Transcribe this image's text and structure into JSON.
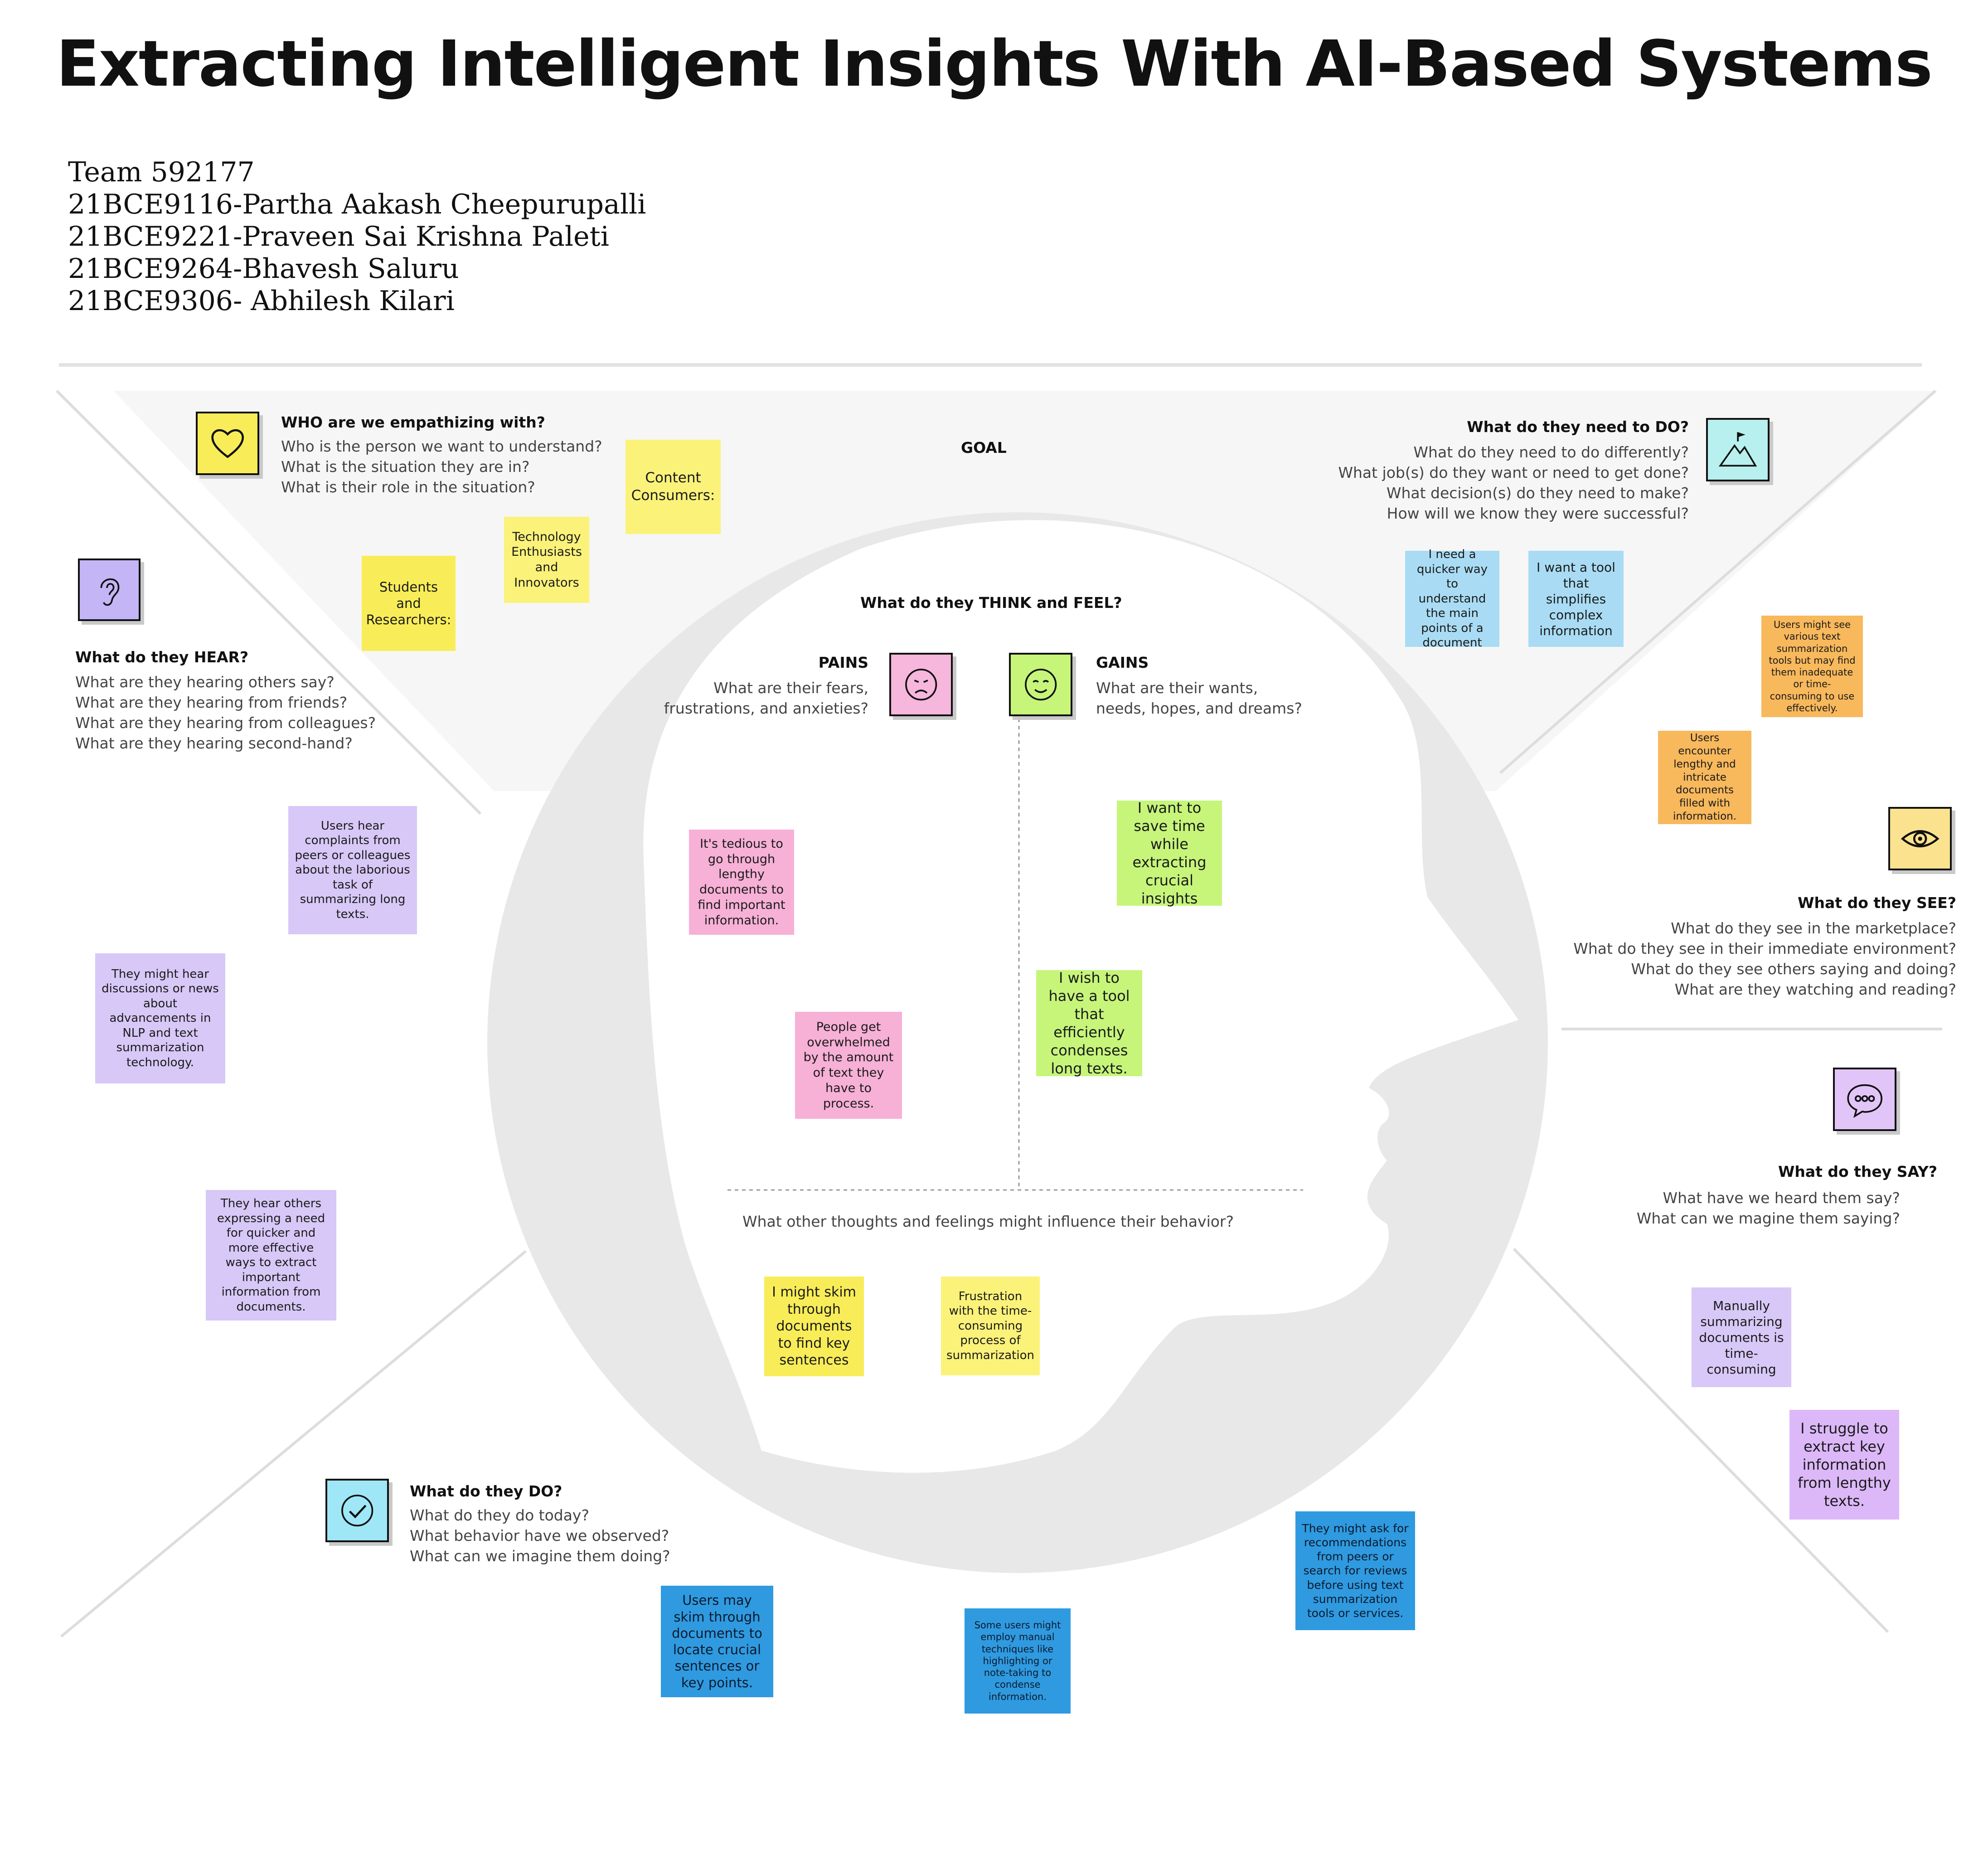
{
  "title": "Extracting Intelligent Insights With AI-Based Systems",
  "team": [
    "Team 592177",
    "21BCE9116-Partha Aakash Cheepurupalli",
    "21BCE9221-Praveen Sai Krishna Paleti",
    "21BCE9264-Bhavesh Saluru",
    "21BCE9306- Abhilesh Kilari"
  ],
  "goal_label": "GOAL",
  "who": {
    "heading": "WHO are we empathizing with?",
    "questions": [
      "Who is the person we want to understand?",
      "What is the situation they are in?",
      "What is their role in the situation?"
    ],
    "notes": [
      "Content Consumers:",
      "Technology Enthusiasts and Innovators",
      "Students and Researchers:"
    ]
  },
  "do_need": {
    "heading": "What do they need to DO?",
    "questions": [
      "What do they need to do differently?",
      "What job(s) do they want or need to get done?",
      "What decision(s) do they need to make?",
      "How will we know they were successful?"
    ],
    "notes": [
      "I need a quicker way to understand the main points of a document",
      "I want a tool that simplifies complex information"
    ]
  },
  "hear": {
    "heading": "What do they HEAR?",
    "questions": [
      "What are they hearing others say?",
      "What are they hearing from friends?",
      "What are they hearing from colleagues?",
      "What are they hearing second-hand?"
    ],
    "notes": [
      "Users hear complaints from peers or colleagues about the laborious task of summarizing long texts.",
      "They might hear discussions or news about advancements in NLP and text summarization technology.",
      "They hear others expressing a need for quicker and more effective ways to extract important information from documents."
    ]
  },
  "think_feel": {
    "heading": "What do they THINK and FEEL?",
    "pains_heading": "PAINS",
    "pains_questions": [
      "What are their fears,",
      "frustrations, and anxieties?"
    ],
    "gains_heading": "GAINS",
    "gains_questions": [
      "What are their wants,",
      "needs, hopes, and dreams?"
    ],
    "pains_notes": [
      "It's tedious to go through lengthy documents to find important information.",
      "People get overwhelmed by the amount of text they have to process."
    ],
    "gains_notes": [
      "I want to save time while extracting crucial insights",
      "I wish to have a tool that efficiently condenses long texts."
    ],
    "other_question": "What other thoughts and feelings might influence their behavior?",
    "other_notes": [
      "I might skim through documents to find key sentences",
      "Frustration with the time-consuming process of summarization"
    ]
  },
  "see": {
    "heading": "What do they SEE?",
    "questions": [
      "What do they see in the marketplace?",
      "What do they see in their immediate environment?",
      "What do they see others saying and doing?",
      "What are they watching and reading?"
    ],
    "notes": [
      "Users might see various text summarization tools but may find them inadequate or time-consuming to use effectively.",
      "Users encounter lengthy and intricate documents filled with information."
    ]
  },
  "say": {
    "heading": "What do they SAY?",
    "questions": [
      "What have we heard them say?",
      "What can we magine them saying?"
    ],
    "notes": [
      "Manually summarizing documents is time-consuming",
      "I struggle to extract key information from lengthy texts."
    ]
  },
  "do": {
    "heading": "What do they DO?",
    "questions": [
      "What do they do today?",
      "What behavior have we observed?",
      "What can we imagine them doing?"
    ],
    "notes": [
      "Users may skim through documents to locate crucial sentences or key points.",
      "Some users might employ manual techniques like highlighting or note-taking to condense information.",
      "They might ask for recommendations from peers or search for reviews before using text summarization tools or services."
    ]
  },
  "colors": {
    "heart_icon_bg": "#f8ed58",
    "ear_icon_bg": "#c4b5f6",
    "mountain_icon_bg": "#b7f0ee",
    "eye_icon_bg": "#fbe28e",
    "pains_icon_bg": "#f7b6dc",
    "gains_icon_bg": "#c6f57a",
    "say_icon_bg": "#e2c5f8",
    "do_icon_bg": "#9fe7f6"
  },
  "icons": [
    "heart-icon",
    "ear-icon",
    "mountain-flag-icon",
    "eye-icon",
    "sad-face-icon",
    "happy-face-icon",
    "speech-bubble-icon",
    "checkmark-icon"
  ]
}
